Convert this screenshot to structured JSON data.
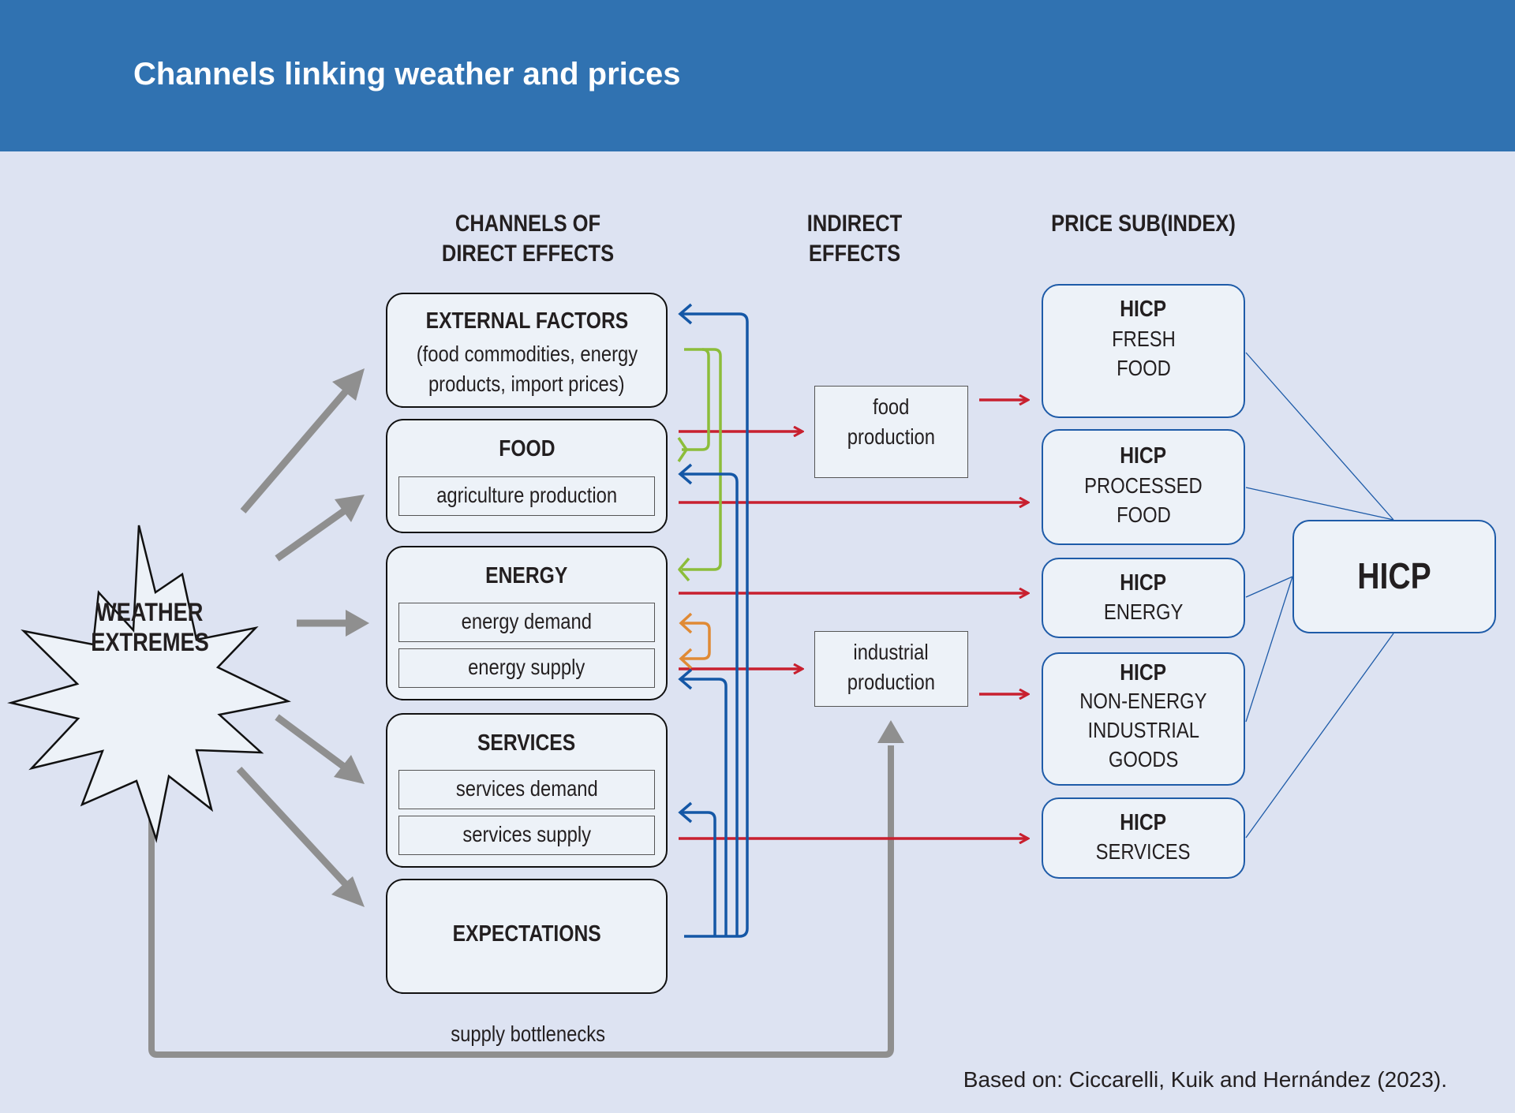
{
  "header": {
    "title": "Channels linking weather and prices"
  },
  "columns": {
    "direct": [
      "CHANNELS OF",
      "DIRECT EFFECTS"
    ],
    "indirect": [
      "INDIRECT",
      "EFFECTS"
    ],
    "price": [
      "PRICE SUB(INDEX)"
    ]
  },
  "source": {
    "lines": [
      "WEATHER",
      "EXTREMES"
    ]
  },
  "channels": [
    {
      "title": "EXTERNAL FACTORS",
      "notes": [
        "(food commodities, energy",
        "products, import prices)"
      ],
      "subs": []
    },
    {
      "title": "FOOD",
      "notes": [],
      "subs": [
        "agriculture production"
      ]
    },
    {
      "title": "ENERGY",
      "notes": [],
      "subs": [
        "energy demand",
        "energy supply"
      ]
    },
    {
      "title": "SERVICES",
      "notes": [],
      "subs": [
        "services demand",
        "services supply"
      ]
    },
    {
      "title": "EXPECTATIONS",
      "notes": [],
      "subs": []
    }
  ],
  "indirect": [
    {
      "lines": [
        "food",
        "production"
      ]
    },
    {
      "lines": [
        "industrial",
        "production"
      ]
    }
  ],
  "price_indices": [
    {
      "title": "HICP",
      "lines": [
        "FRESH",
        "FOOD"
      ]
    },
    {
      "title": "HICP",
      "lines": [
        "PROCESSED",
        "FOOD"
      ]
    },
    {
      "title": "HICP",
      "lines": [
        "ENERGY"
      ]
    },
    {
      "title": "HICP",
      "lines": [
        "NON-ENERGY",
        "INDUSTRIAL",
        "GOODS"
      ]
    },
    {
      "title": "HICP",
      "lines": [
        "SERVICES"
      ]
    }
  ],
  "aggregate": {
    "title": "HICP"
  },
  "bottleneck_label": "supply bottlenecks",
  "citation": "Based on: Ciccarelli, Kuik and Hernández (2023).",
  "colors": {
    "header": "#3072b1",
    "background": "#dde3f2",
    "box_fill": "#edf2f8",
    "direct_arrow": "#c8202f",
    "feedback_blue": "#1457a6",
    "feedback_green": "#8cbd3a",
    "feedback_orange": "#e08a35",
    "weather_arrow": "#8f8f8f"
  }
}
